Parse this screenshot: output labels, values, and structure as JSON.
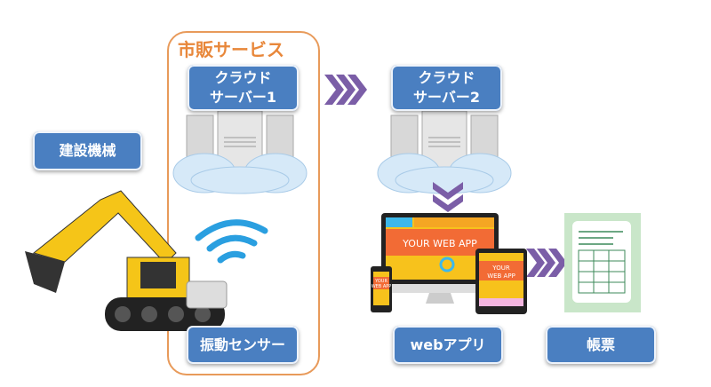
{
  "service_group": {
    "title": "市販サービス"
  },
  "boxes": {
    "construction": "建設機械",
    "cloud1_line1": "クラウド",
    "cloud1_line2": "サーバー1",
    "cloud2_line1": "クラウド",
    "cloud2_line2": "サーバー2",
    "sensor": "振動センサー",
    "webapp": "webアプリ",
    "report": "帳票"
  },
  "screens": {
    "monitor": "YOUR WEB APP",
    "tablet1": "YOUR",
    "tablet2": "WEB APP",
    "phone1": "YOUR",
    "phone2": "WEB APP"
  },
  "colors": {
    "box": "#4a7fc1",
    "arrow": "#7b5ea7",
    "group": "#e89a5a"
  }
}
